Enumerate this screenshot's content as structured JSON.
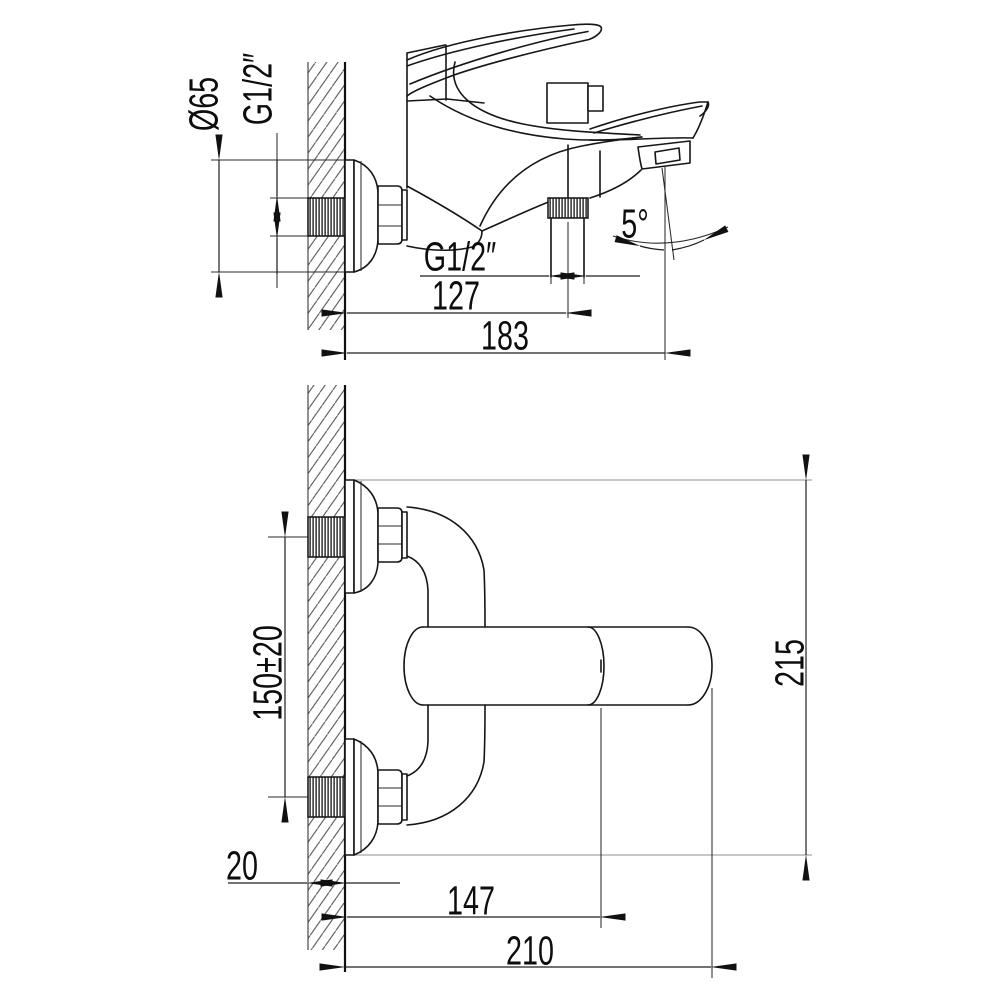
{
  "drawing": {
    "type": "technical-dimension-drawing",
    "subject": "wall-mounted bath mixer faucet, two orthographic views",
    "background_color": "#ffffff",
    "line_color": "#161616",
    "views": {
      "side_view": {
        "dimensions": {
          "escutcheon_diameter": "Ø65",
          "wall_thread": "G1/2″",
          "shower_outlet_thread": "G1/2″",
          "wall_to_shower_outlet": "127",
          "wall_to_spout_end": "183",
          "spout_stream_angle": "5°"
        }
      },
      "front_view": {
        "dimensions": {
          "connection_spacing": "150±20",
          "wall_thickness": "20",
          "wall_to_body_seam": "147",
          "wall_to_handle_end": "210",
          "overall_height": "215"
        }
      }
    }
  }
}
